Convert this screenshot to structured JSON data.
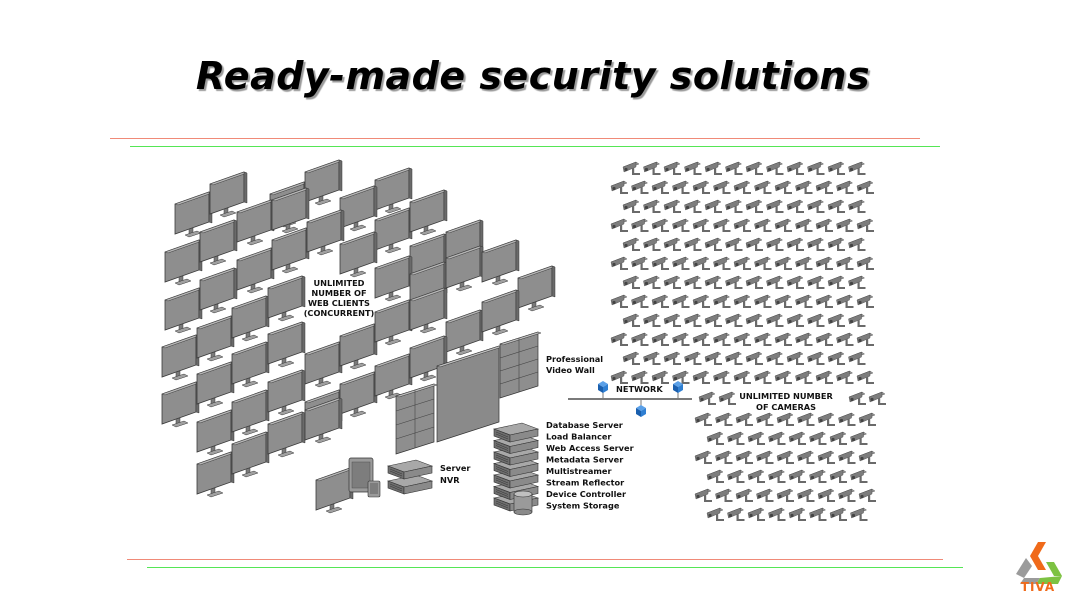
{
  "slide": {
    "title": "Ready-made security solutions",
    "colors": {
      "title": "#000000",
      "title_shadow": "#9a9a9a",
      "rule_red": "#f08a78",
      "rule_green": "#55e655",
      "device_gray": "#8c8c8c",
      "network_node": "#1f6fc1",
      "logo_orange": "#f06a1a",
      "logo_green": "#7dc242",
      "logo_gray": "#9b9b9b"
    }
  },
  "diagram": {
    "web_clients_label": [
      "UNLIMITED",
      "NUMBER OF",
      "WEB CLIENTS",
      "(CONCURRENT)"
    ],
    "video_wall_label": [
      "Professional",
      "Video Wall"
    ],
    "network_label": "NETWORK",
    "cameras_label": [
      "UNLIMITED NUMBER",
      "OF CAMERAS"
    ],
    "server_nvr_label": [
      "Server",
      "NVR"
    ],
    "server_roles": [
      "Database Server",
      "Load Balancer",
      "Web Access Server",
      "Metadata Server",
      "Multistreamer",
      "Stream Reflector",
      "Device Controller",
      "System Storage"
    ]
  },
  "logo": {
    "text": "TIVA"
  }
}
